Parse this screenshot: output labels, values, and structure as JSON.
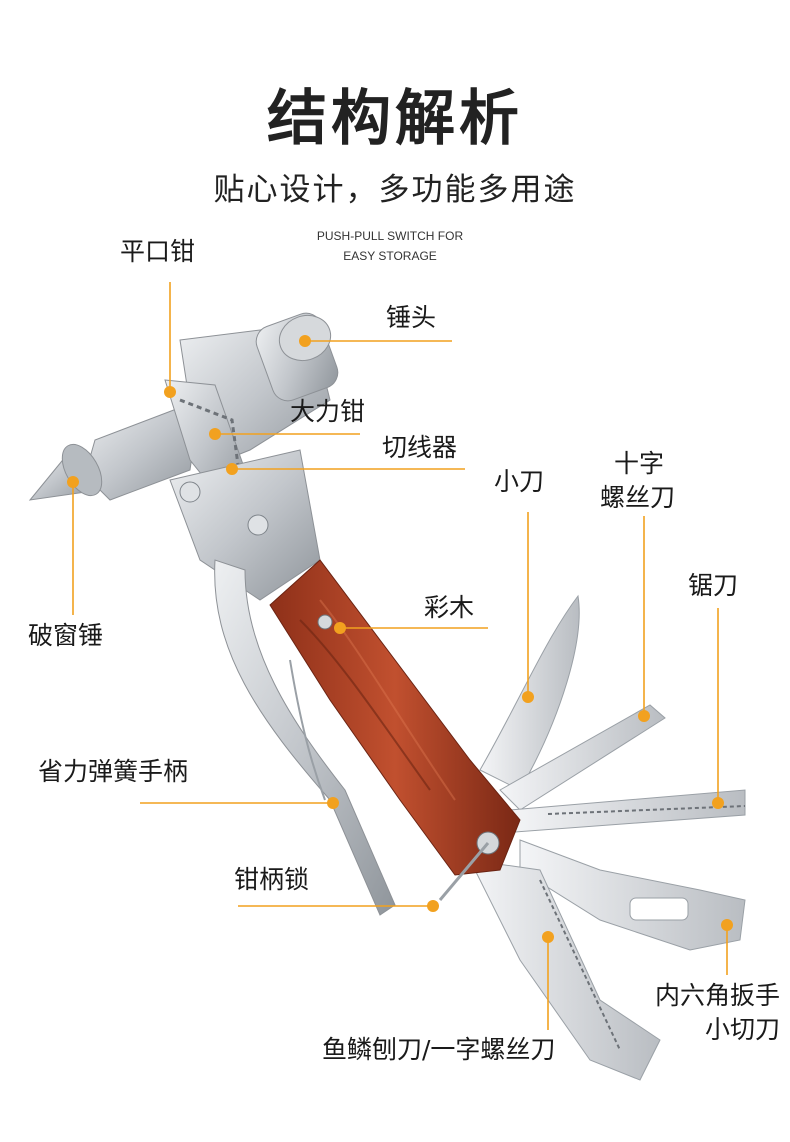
{
  "header": {
    "title": "结构解析",
    "subtitle": "贴心设计，多功能多用途",
    "note_line1": "PUSH-PULL SWITCH FOR",
    "note_line2": "EASY STORAGE"
  },
  "labels": {
    "flat_pliers": "平口钳",
    "hammer_head": "锤头",
    "locking_pliers": "大力钳",
    "wire_cutter": "切线器",
    "window_breaker": "破窗锤",
    "small_knife": "小刀",
    "phillips_line1": "十字",
    "phillips_line2": "螺丝刀",
    "saw": "锯刀",
    "wood_handle": "彩木",
    "spring_handle": "省力弹簧手柄",
    "handle_lock": "钳柄锁",
    "hex_wrench": "内六角扳手",
    "small_cutter": "小切刀",
    "scale_planer": "鱼鳞刨刀/一字螺丝刀"
  },
  "colors": {
    "accent_dot": "#f2a11f",
    "leader_line": "#f2a11f",
    "steel": "#c9ccd0",
    "steel_dark": "#8d9196",
    "wood": "#b3442a",
    "wood_dark": "#7c2a18"
  }
}
